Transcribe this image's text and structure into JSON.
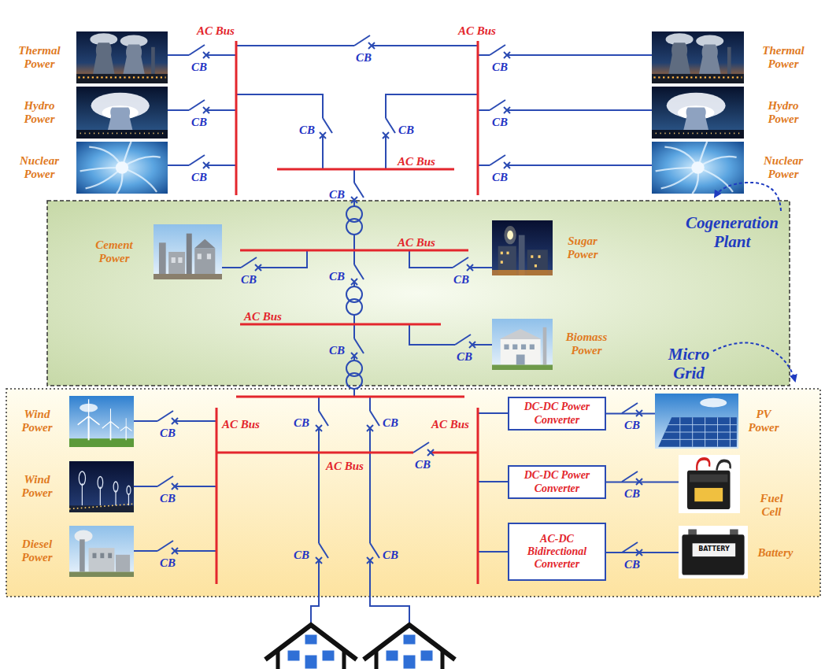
{
  "diagram": {
    "nodes": [
      {
        "text": [
          "Thermal Power"
        ]
      },
      {
        "text": [
          "Hydro Power"
        ]
      },
      {
        "text": [
          "Nuclear Power"
        ]
      },
      {
        "text": [
          "Thermal Power"
        ]
      },
      {
        "text": [
          "Hydro Power"
        ]
      },
      {
        "text": [
          "Nuclear Power"
        ]
      },
      {
        "text": [
          "Cogeneration Plant"
        ]
      },
      {
        "text": [
          "Cement Power"
        ],
        "in": 6
      },
      {
        "text": [
          "Sugar Power"
        ],
        "in": 6
      },
      {
        "text": [
          "Biomass Power"
        ],
        "in": 6
      },
      {
        "text": [
          "Micro Grid"
        ]
      },
      {
        "text": [
          "Wind Power"
        ],
        "in": 10
      },
      {
        "text": [
          "Wind Power"
        ],
        "in": 10
      },
      {
        "text": [
          "Diesel Power"
        ],
        "in": 10
      },
      {
        "text": [
          "DC-DC Power Converter"
        ],
        "in": 10
      },
      {
        "text": [
          "PV Power"
        ],
        "in": 10
      },
      {
        "text": [
          "DC-DC Power Converter"
        ],
        "in": 10
      },
      {
        "text": [
          "Fuel Cell"
        ],
        "in": 10
      },
      {
        "text": [
          "AC-DC Bidirectional Converter"
        ],
        "in": 10
      },
      {
        "text": [
          "Battery"
        ],
        "in": 10
      }
    ],
    "edges": [
      {
        "from": 15,
        "to": 14,
        "arrow": "none"
      },
      {
        "from": 17,
        "to": 16,
        "arrow": "none"
      },
      {
        "from": 19,
        "to": 18,
        "arrow": "none"
      }
    ],
    "labels": [
      "AC Bus",
      "AC Bus",
      "AC Bus",
      "AC Bus",
      "AC Bus",
      "AC Bus",
      "AC Bus",
      "AC Bus",
      "CB",
      "CB",
      "CB",
      "CB",
      "CB",
      "CB",
      "CB",
      "CB",
      "CB",
      "CB",
      "CB",
      "CB",
      "CB",
      "CB",
      "CB",
      "CB",
      "CB",
      "CB",
      "CB",
      "CB",
      "CB",
      "CB",
      "CB",
      "CB",
      "CB",
      "CB",
      "BATTERY"
    ]
  }
}
